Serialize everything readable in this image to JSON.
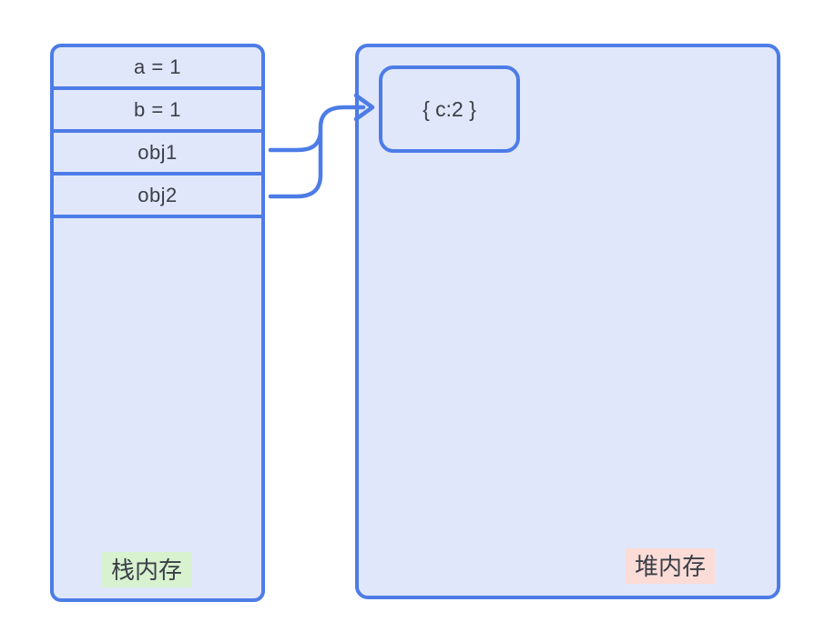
{
  "diagram": {
    "title": "stack-heap-memory-diagram",
    "stack": {
      "title_label": "栈内存",
      "rows": [
        {
          "label": "a = 1"
        },
        {
          "label": "b = 1"
        },
        {
          "label": "obj1"
        },
        {
          "label": "obj2"
        }
      ]
    },
    "heap": {
      "title_label": "堆内存",
      "object_label": "{ c:2 }"
    },
    "arrows": [
      {
        "from": "obj1",
        "to": "heap-object"
      },
      {
        "from": "obj2",
        "to": "heap-object"
      }
    ],
    "colors": {
      "stroke_blue": "#4d7ce7",
      "box_fill": "#e0e7fb",
      "stack_label_bg": "#d8f1cf",
      "heap_label_bg": "#fcdcd7",
      "text": "#3a3f47",
      "background": "#ffffff"
    }
  }
}
